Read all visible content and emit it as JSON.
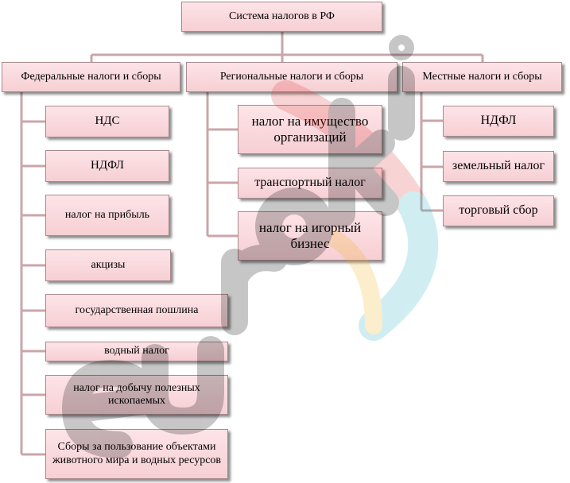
{
  "root": "Система налогов в РФ",
  "federal": {
    "title": "Федеральные налоги и сборы",
    "items": [
      "НДС",
      "НДФЛ",
      "налог на прибыль",
      "акцизы",
      "государственная пошлина",
      "водный налог",
      "налог на добычу полезных ископаемых",
      "Сборы за пользование объектами животного мира и водных ресурсов"
    ]
  },
  "regional": {
    "title": "Региональные налоги и сборы",
    "items": [
      "налог на имущество организаций",
      "транспортный налог",
      "налог на игорный бизнес"
    ]
  },
  "local": {
    "title": "Местные налоги и сборы",
    "items": [
      "НДФЛ",
      "земельный налог",
      "торговый сбор"
    ]
  },
  "watermark": "urok",
  "colors": {
    "box_fill": "#f6cfd4",
    "box_border": "#a88a8e",
    "connector": "#c9a6aa"
  }
}
